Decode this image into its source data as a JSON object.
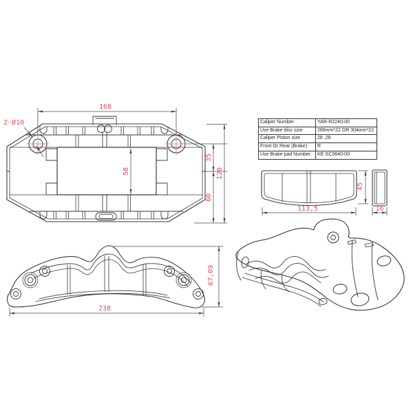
{
  "page": {
    "background": "#ffffff",
    "description": "CAD engineering drawing of brake caliper"
  },
  "colors": {
    "line": "#3a3a3a",
    "dimension_line": "#4a4a4a",
    "dimension_text": "#e25353",
    "centerline": "#e06565",
    "table_border": "#222222",
    "table_text": "#1c1c1c"
  },
  "spec_table": {
    "rows": [
      {
        "label": "Caliper Number",
        "value": "YAR-R2240-00"
      },
      {
        "label": "Use Brake disc  size",
        "value": "286mm*22 OR 304mm*22"
      },
      {
        "label": "Caliper Piston size",
        "value": "28 ,28"
      },
      {
        "label": "Front Or Rear (Brake)",
        "value": "R"
      },
      {
        "label": "Use Brake  pad Number",
        "value": "KE-SC0640-00"
      }
    ]
  },
  "views": {
    "top_view": {
      "label": "caliper top view",
      "dims": {
        "hole_spacing": "168",
        "hole_callout": "2-Ø10",
        "pad_window_height": "58",
        "upper_height": "35",
        "lower_height": "60",
        "overall_height": "120"
      }
    },
    "side_view": {
      "label": "caliper side view",
      "dims": {
        "overall_length": "238",
        "overall_height": "67,09"
      }
    },
    "pad_view": {
      "label": "brake pad front and side view",
      "dims": {
        "pad_width": "113,5",
        "pad_height": "45",
        "pad_thickness": "16"
      }
    },
    "iso_view": {
      "label": "caliper isometric view"
    }
  }
}
